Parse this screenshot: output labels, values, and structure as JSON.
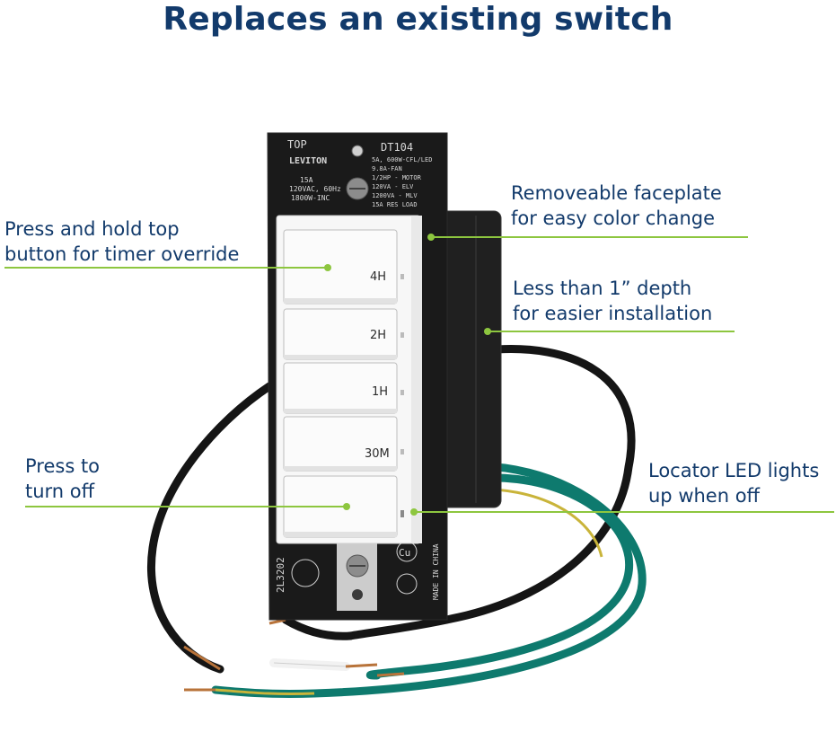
{
  "headline": "Replaces an existing switch",
  "callouts": {
    "timer_override": [
      "Press and hold top",
      "button for timer override"
    ],
    "faceplate": [
      "Removeable faceplate",
      "for easy color change"
    ],
    "depth": [
      "Less than 1” depth",
      "for easier installation"
    ],
    "turn_off": [
      "Press to",
      "turn off"
    ],
    "locator_led": [
      "Locator LED lights",
      "up when off"
    ]
  },
  "buttons": [
    "4H",
    "2H",
    "1H",
    "30M"
  ],
  "device_markings": {
    "top": "TOP",
    "brand": "LEVITON",
    "model": "DT104",
    "left_spec": [
      "15A",
      "120VAC, 60Hz",
      "1800W-INC"
    ],
    "right_spec": [
      "5A, 600W-CFL/LED",
      "9.8A-FAN",
      "1/2HP - MOTOR",
      "120VA - ELV",
      "1200VA - MLV",
      "15A RES LOAD"
    ],
    "bottom_code": "2L3202",
    "made_in": "MADE IN CHINA",
    "cu": "Cu"
  },
  "colors": {
    "headline": "#123a6b",
    "callout_text": "#123a6b",
    "leader_line": "#8dc63f",
    "faceplate": "#ffffff",
    "strap": "#1a1a1a",
    "wire_black": "#151515",
    "wire_green": "#0e7a6e",
    "wire_yellow": "#c9b43a",
    "wire_white": "#f2f2f2",
    "copper": "#b8733a"
  }
}
